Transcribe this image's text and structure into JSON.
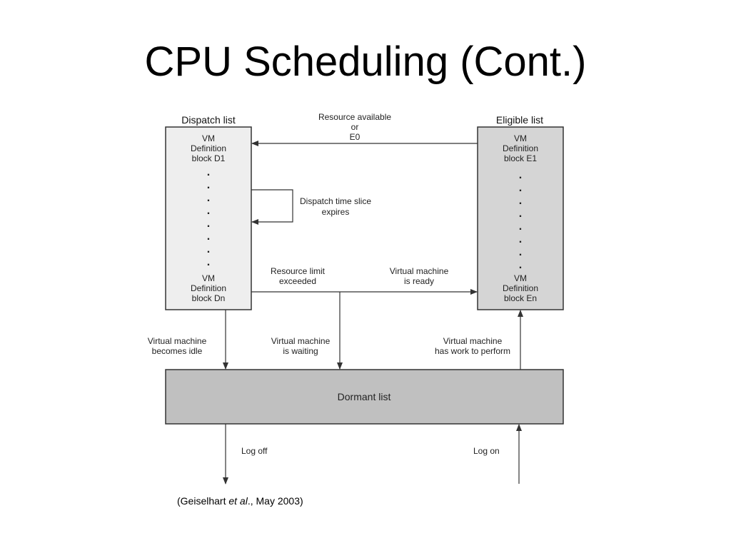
{
  "slide": {
    "title": "CPU Scheduling (Cont.)"
  },
  "diagram": {
    "dispatch_list": {
      "header": "Dispatch list",
      "top_block": [
        "VM",
        "Definition",
        "block D1"
      ],
      "bottom_block": [
        "VM",
        "Definition",
        "block Dn"
      ],
      "ellipsis": "."
    },
    "eligible_list": {
      "header": "Eligible list",
      "top_block": [
        "VM",
        "Definition",
        "block E1"
      ],
      "bottom_block": [
        "VM",
        "Definition",
        "block En"
      ],
      "ellipsis": "."
    },
    "dormant_list": {
      "label": "Dormant list"
    },
    "transitions": {
      "resource_available": [
        "Resource available",
        "or",
        "E0"
      ],
      "time_slice": [
        "Dispatch time slice",
        "expires"
      ],
      "resource_limit": [
        "Resource limit",
        "exceeded"
      ],
      "vm_ready": [
        "Virtual machine",
        "is ready"
      ],
      "vm_idle": [
        "Virtual machine",
        "becomes idle"
      ],
      "vm_waiting": [
        "Virtual machine",
        "is waiting"
      ],
      "vm_work": [
        "Virtual machine",
        "has work to perform"
      ],
      "log_off": "Log off",
      "log_on": "Log on"
    },
    "colors": {
      "dispatch_fill": "#eeeeee",
      "eligible_fill": "#d5d5d5",
      "dormant_fill": "#c0c0c0",
      "line": "#333333"
    }
  },
  "citation": {
    "prefix": "(Geiselhart ",
    "italic": "et al",
    "suffix": "., May 2003)"
  }
}
